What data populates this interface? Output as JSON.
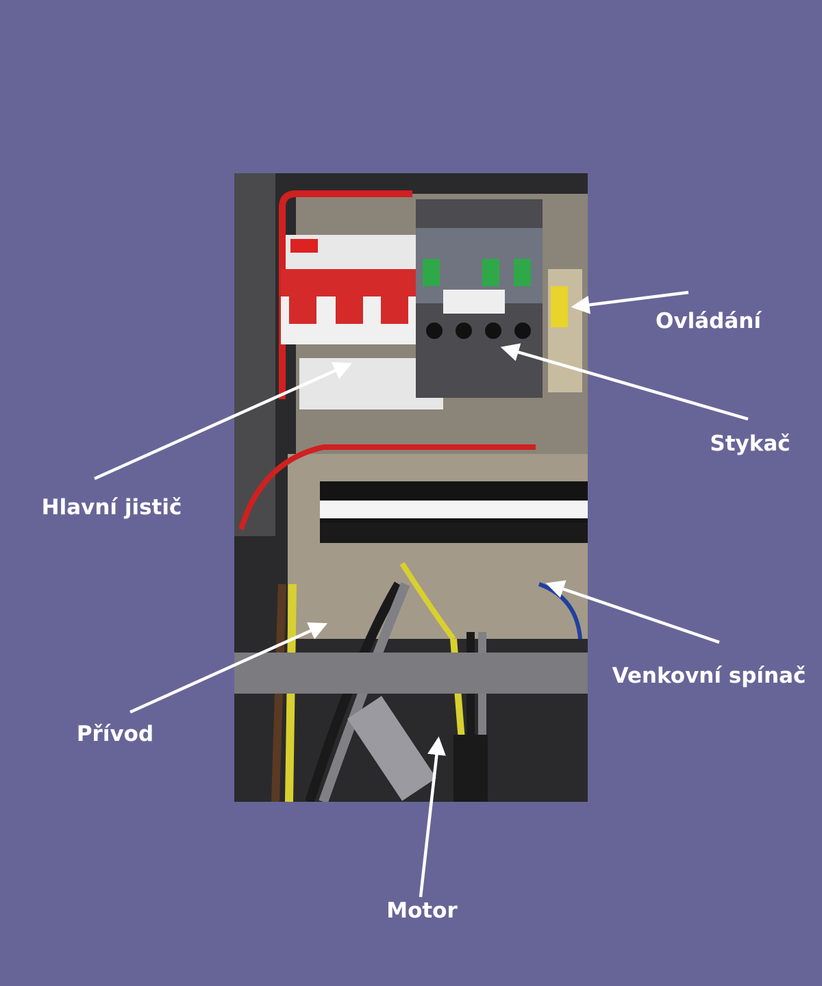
{
  "labels": {
    "control": "Ovládání",
    "contactor": "Stykač",
    "main_breaker": "Hlavní jistič",
    "supply": "Přívod",
    "outdoor_switch": "Venkovní spínač",
    "motor": "Motor"
  },
  "colors": {
    "background": "#676598",
    "label_text": "#ffffff",
    "arrow": "#ffffff"
  }
}
